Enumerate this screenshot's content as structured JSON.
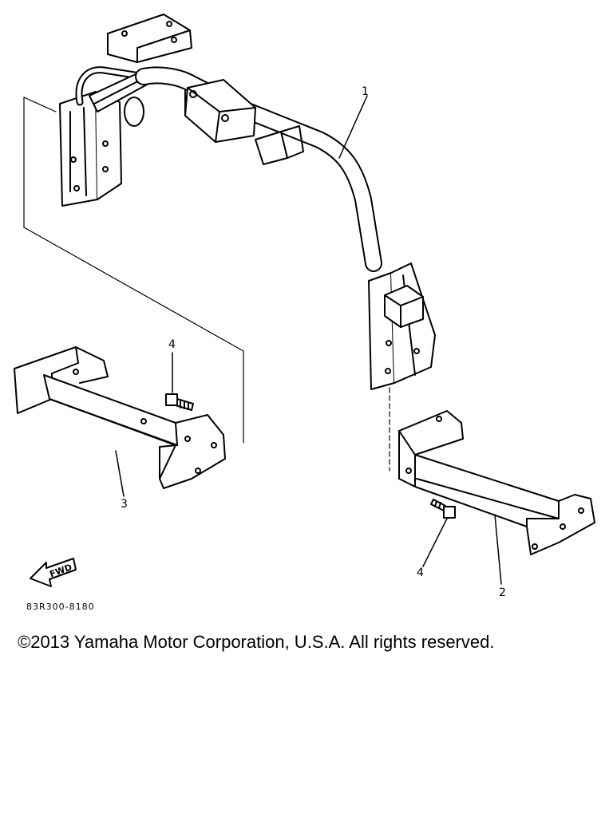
{
  "diagram": {
    "callouts": {
      "part_1": "1",
      "part_2": "2",
      "part_3": "3",
      "part_4_left": "4",
      "part_4_right": "4"
    },
    "fwd_arrow_label": "FWD",
    "drawing_code": "83R300-8180"
  },
  "footer": {
    "copyright": "©2013 Yamaha Motor Corporation, U.S.A. All rights reserved."
  }
}
